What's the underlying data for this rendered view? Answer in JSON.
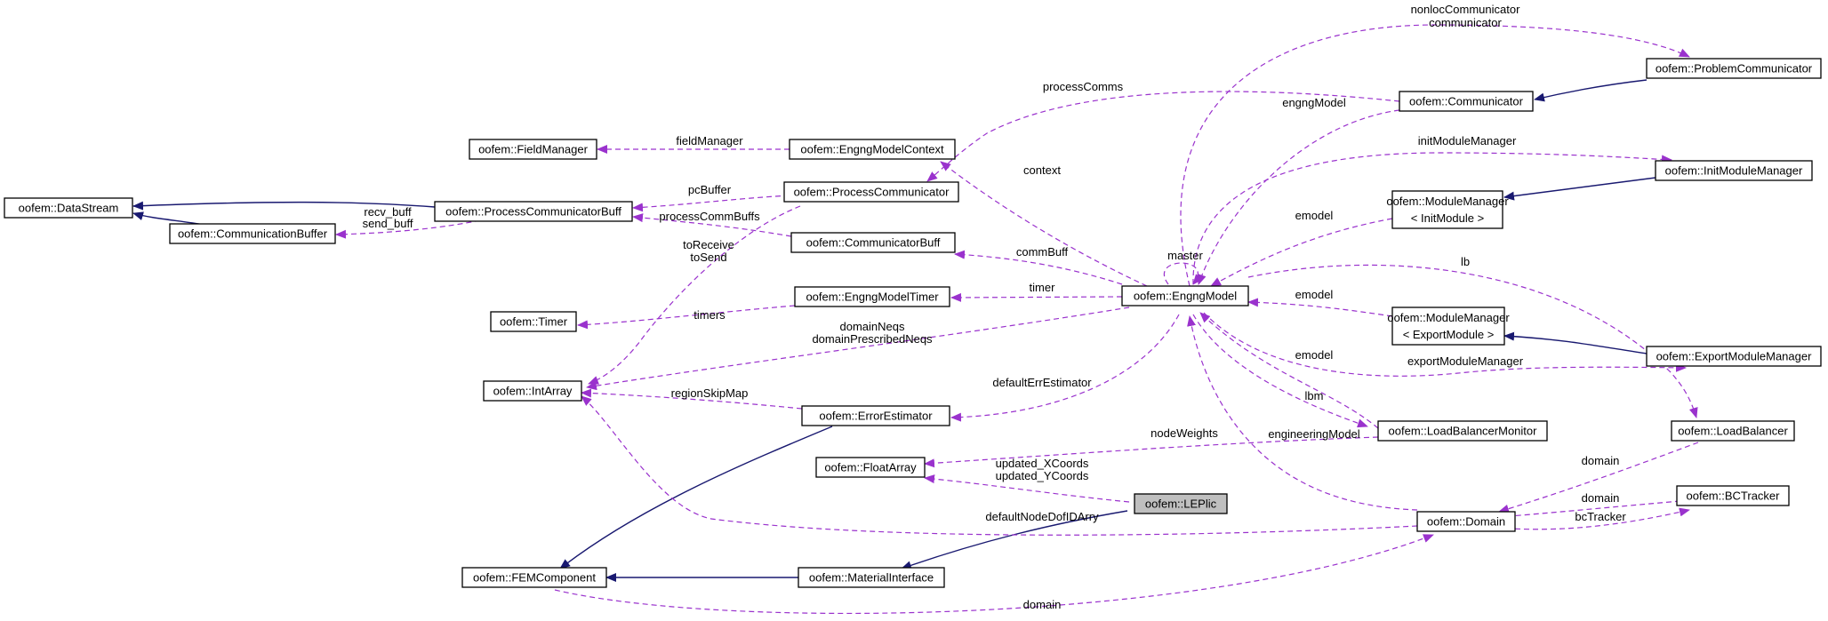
{
  "colors": {
    "inheritance": "#191970",
    "usage": "#9a32cd",
    "highlight": "#bfbfbf"
  },
  "nodes": [
    "oofem::DataStream",
    "oofem::CommunicationBuffer",
    "oofem::ProcessCommunicatorBuff",
    "oofem::FieldManager",
    "oofem::Timer",
    "oofem::IntArray",
    "oofem::FloatArray",
    "oofem::FEMComponent",
    "oofem::EngngModelContext",
    "oofem::ProcessCommunicator",
    "oofem::CommunicatorBuff",
    "oofem::EngngModelTimer",
    "oofem::ErrorEstimator",
    "oofem::MaterialInterface",
    "oofem::LEPlic",
    "oofem::EngngModel",
    "oofem::Communicator",
    "oofem::ModuleManager",
    "< InitModule >",
    "oofem::ModuleManager",
    "< ExportModule >",
    "oofem::LoadBalancerMonitor",
    "oofem::Domain",
    "oofem::ProblemCommunicator",
    "oofem::InitModuleManager",
    "oofem::ExportModuleManager",
    "oofem::LoadBalancer",
    "oofem::BCTracker"
  ],
  "edge_labels": [
    "nonlocCommunicator",
    "communicator",
    "processComms",
    "engngModel",
    "fieldManager",
    "initModuleManager",
    "context",
    "pcBuffer",
    "recv_buff",
    "send_buff",
    "processCommBuffs",
    "toReceive",
    "toSend",
    "emodel",
    "lb",
    "commBuff",
    "master",
    "timer",
    "timers",
    "emodel",
    "domainNeqs",
    "domainPrescribedNeqs",
    "exportModuleManager",
    "emodel",
    "defaultErrEstimator",
    "regionSkipMap",
    "lbm",
    "nodeWeights",
    "engineeringModel",
    "updated_XCoords",
    "updated_YCoords",
    "domain",
    "domain",
    "defaultNodeDofIDArry",
    "bcTracker",
    "domain"
  ]
}
